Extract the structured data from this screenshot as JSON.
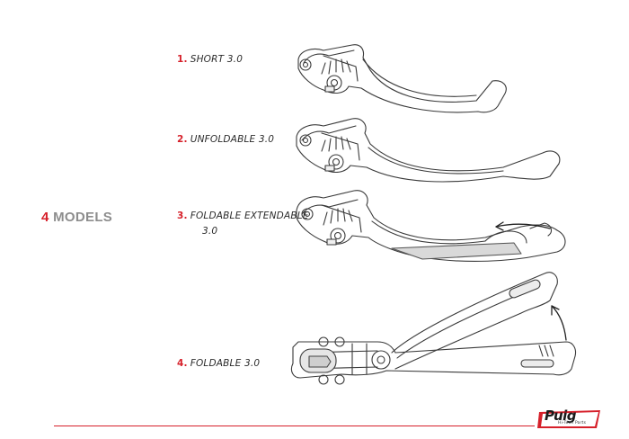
{
  "heading": {
    "number": "4",
    "word": "MODELS"
  },
  "models": [
    {
      "number": "1.",
      "name": "SHORT 3.0"
    },
    {
      "number": "2.",
      "name": "UNFOLDABLE 3.0"
    },
    {
      "number": "3.",
      "name": "FOLDABLE EXTENDABLE",
      "name_line2": "3.0"
    },
    {
      "number": "4.",
      "name": "FOLDABLE 3.0"
    }
  ],
  "brand": {
    "name": "Puig",
    "tagline": "Hi-Tech Parts"
  },
  "icons": [
    "lever-short-icon",
    "lever-unfoldable-icon",
    "lever-foldable-extendable-icon",
    "lever-foldable-icon",
    "arrow-left-icon",
    "arrow-up-curve-icon"
  ],
  "colors": {
    "accent": "#d6202a",
    "heading_gray": "#8d8d8d",
    "line_art": "#3a3a3a"
  }
}
